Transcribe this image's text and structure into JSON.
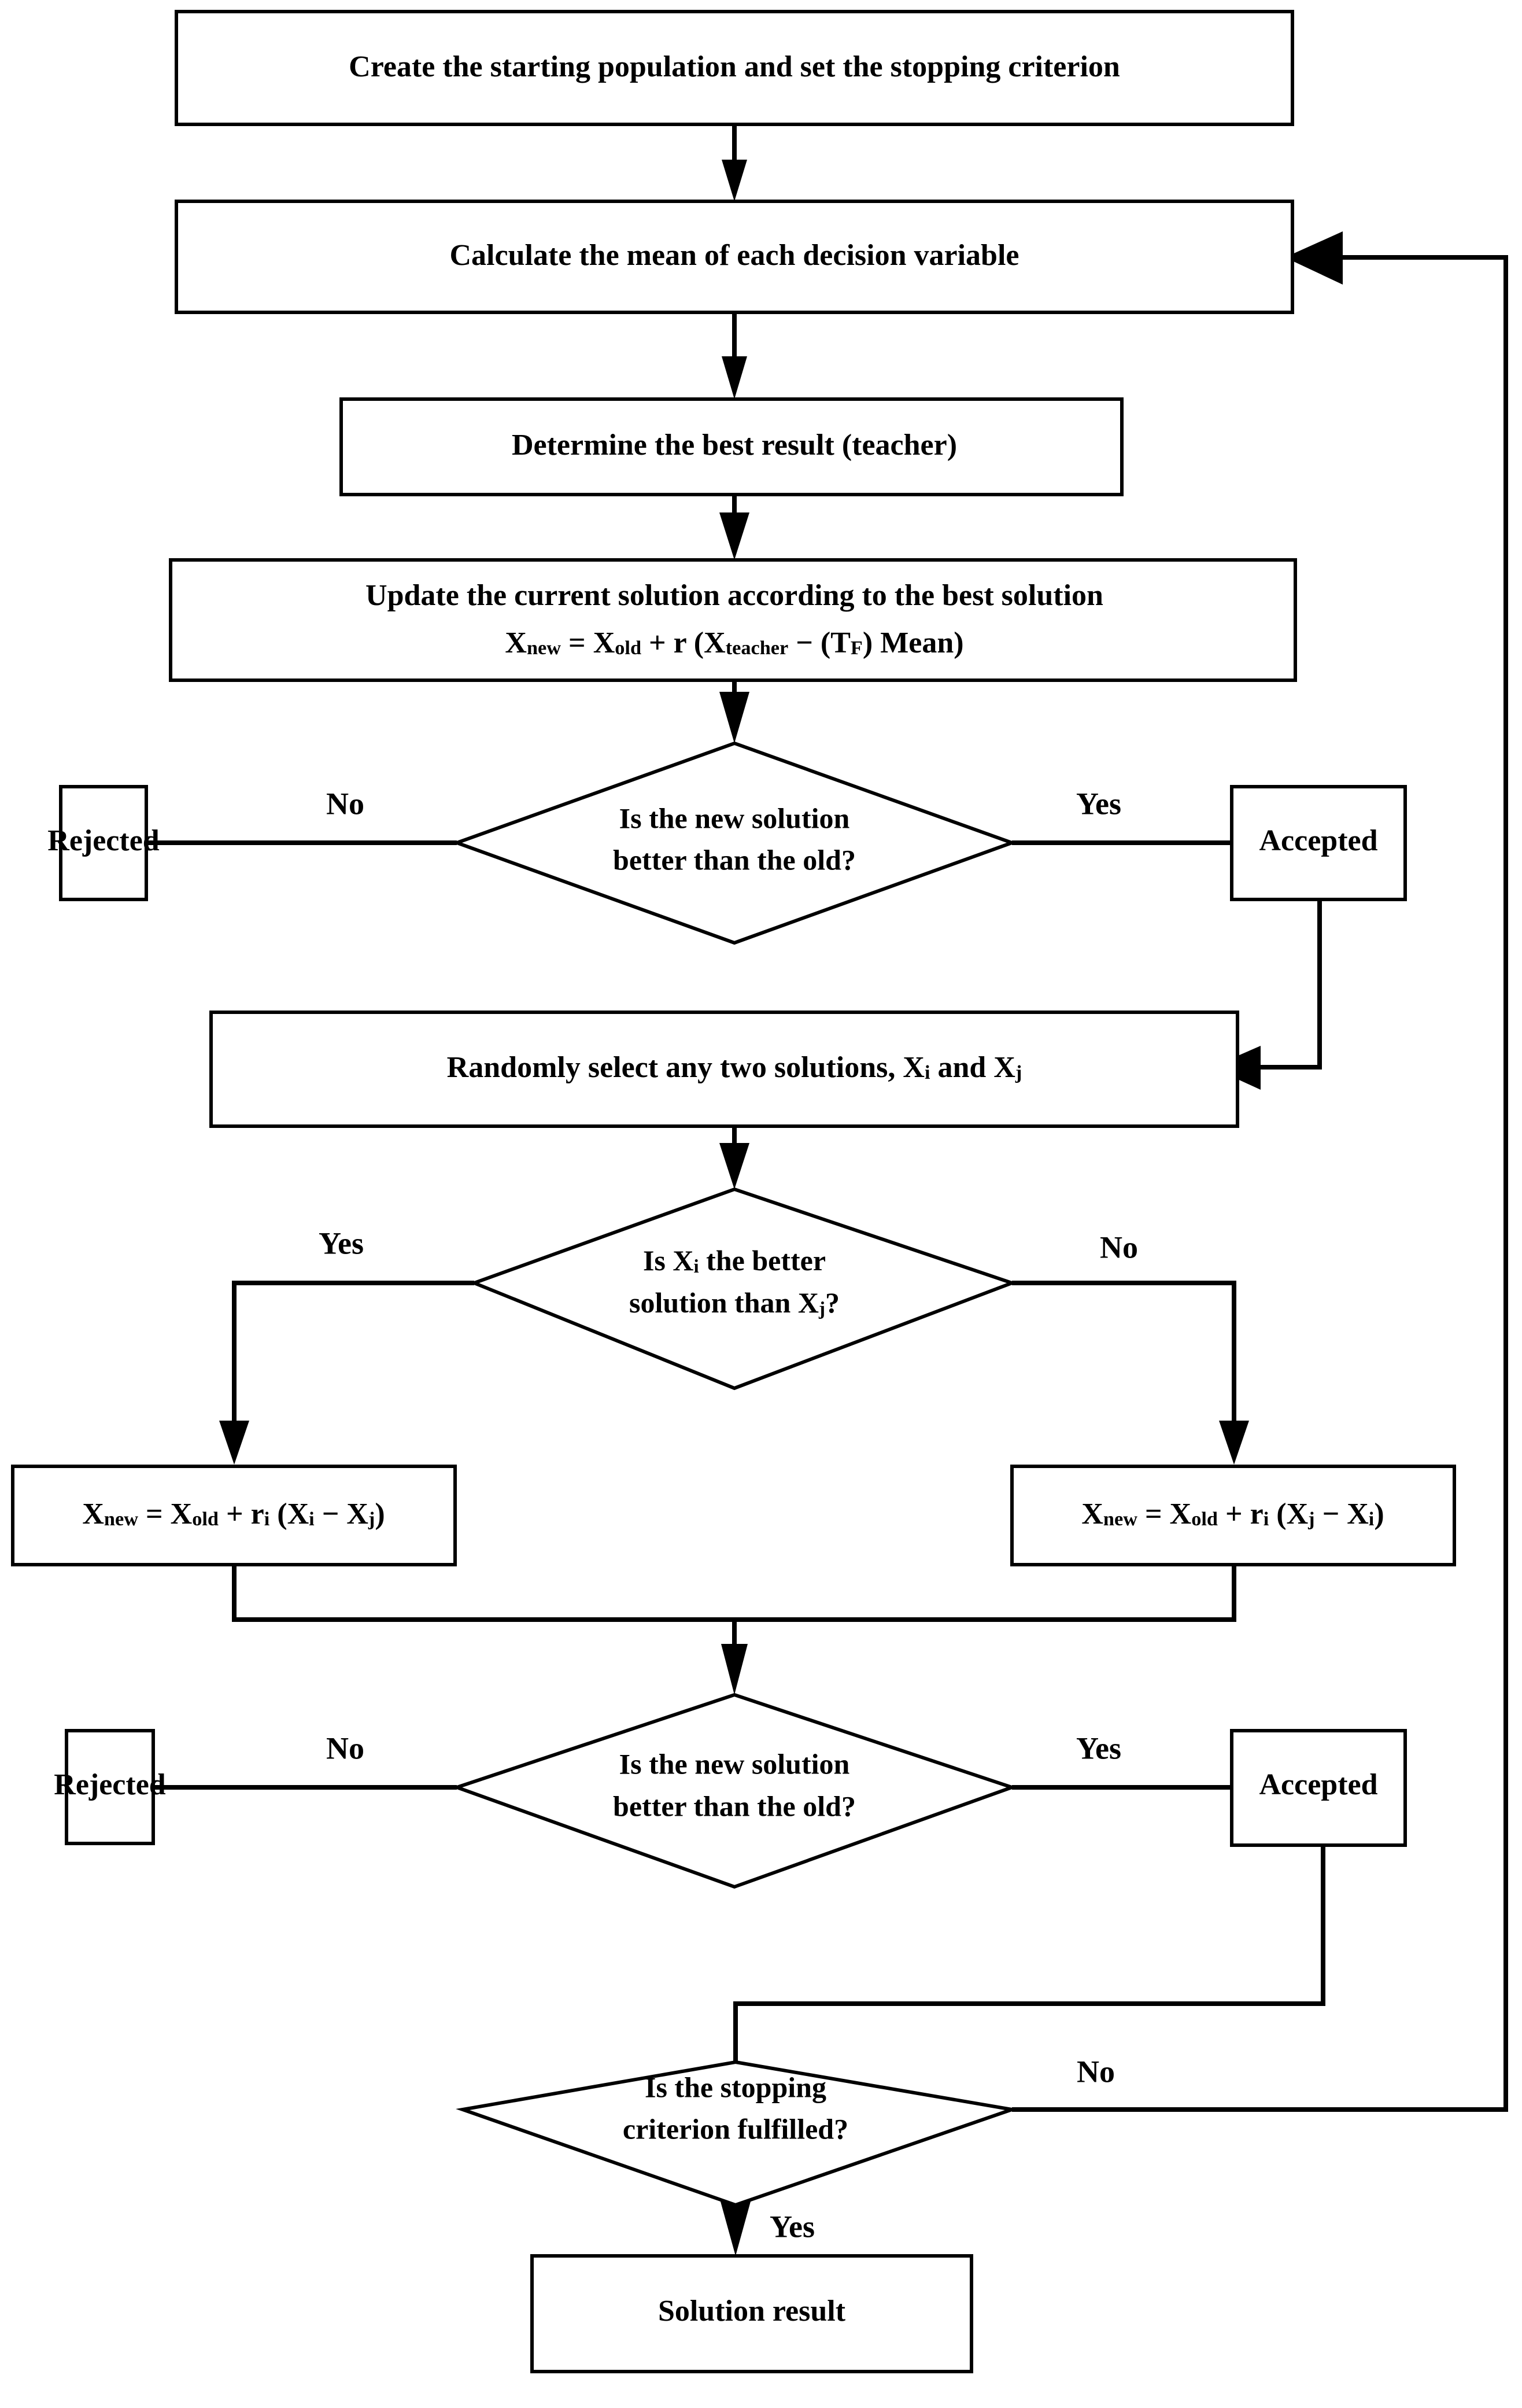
{
  "diagram": {
    "title": "TLBO algorithm flowchart",
    "type": "flowchart",
    "background_color": "#ffffff",
    "line_color": "#000000"
  },
  "nodes": {
    "start": {
      "label": "Create the starting population and set the stopping criterion",
      "shape": "process"
    },
    "mean": {
      "label": "Calculate the mean of each decision variable",
      "shape": "process"
    },
    "teacher": {
      "label": "Determine the best result (teacher)",
      "shape": "process"
    },
    "update": {
      "shape": "process",
      "line1": "Update the current solution according to the best solution",
      "formula": {
        "lhs_base": "X",
        "lhs_sub": "new",
        "eq": " = ",
        "t1_base": "X",
        "t1_sub": "old",
        "plus": " + r (",
        "t2_base": "X",
        "t2_sub": "teacher",
        "minus": " − (T",
        "tf_sub": "F",
        "tail": ") Mean)"
      }
    },
    "decision1": {
      "shape": "decision",
      "line1": "Is the new solution",
      "line2": "better than the old?"
    },
    "rejected1": {
      "label": "Rejected",
      "shape": "terminal"
    },
    "accepted1": {
      "label": "Accepted",
      "shape": "terminal"
    },
    "random_select": {
      "shape": "process",
      "prefix": "Randomly select any two solutions, X",
      "sub1": "i",
      "mid": " and X",
      "sub2": "j"
    },
    "decision2": {
      "shape": "decision",
      "line1_a": "Is X",
      "line1_sub": "i",
      "line1_b": " the better",
      "line2_a": "solution than X",
      "line2_sub": "j",
      "line2_b": "?"
    },
    "formula_left": {
      "shape": "process",
      "lhs_base": "X",
      "lhs_sub": "new",
      "eq": " = ",
      "t1_base": "X",
      "t1_sub": "old",
      "plus": " + r",
      "r_sub": "i",
      "open": " (X",
      "a_sub": "i",
      "minus": " − X",
      "b_sub": "j",
      "close": ")"
    },
    "formula_right": {
      "shape": "process",
      "lhs_base": "X",
      "lhs_sub": "new",
      "eq": " = ",
      "t1_base": "X",
      "t1_sub": "old",
      "plus": " + r",
      "r_sub": "i",
      "open": " (X",
      "a_sub": "j",
      "minus": " − X",
      "b_sub": "i",
      "close": ")"
    },
    "decision3": {
      "shape": "decision",
      "line1": "Is the new solution",
      "line2": "better than the old?"
    },
    "rejected2": {
      "label": "Rejected",
      "shape": "terminal"
    },
    "accepted2": {
      "label": "Accepted",
      "shape": "terminal"
    },
    "decision4": {
      "shape": "decision",
      "line1": "Is the stopping",
      "line2": "criterion fulfilled?"
    },
    "result": {
      "label": "Solution result",
      "shape": "process"
    }
  },
  "edge_labels": {
    "d1_no": "No",
    "d1_yes": "Yes",
    "d2_yes": "Yes",
    "d2_no": "No",
    "d3_no": "No",
    "d3_yes": "Yes",
    "d4_no": "No",
    "d4_yes": "Yes"
  }
}
